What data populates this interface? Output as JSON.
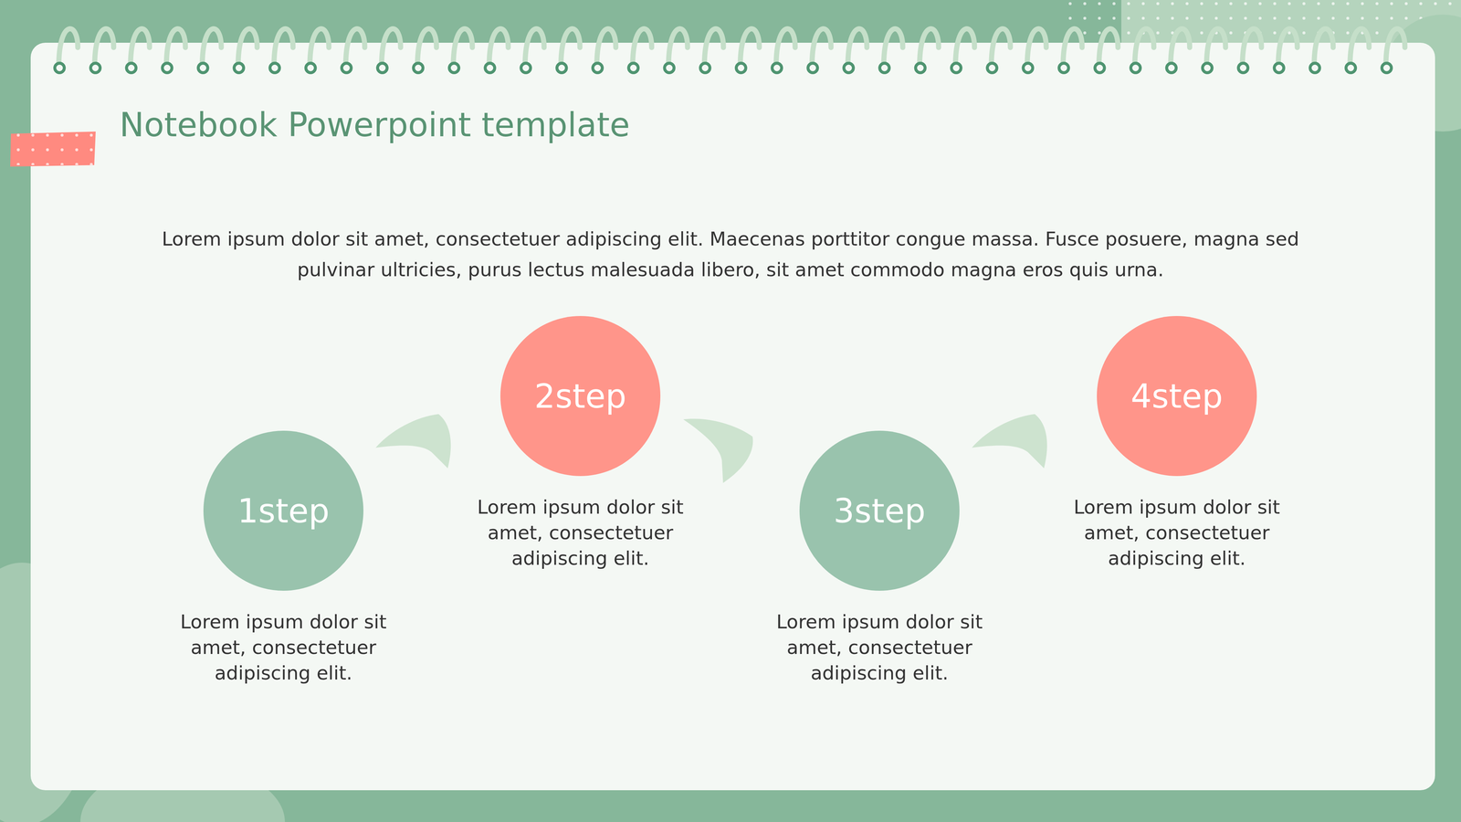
{
  "diagram": {
    "title": "Notebook Powerpoint template",
    "nodes": [
      {
        "text": [
          "1step",
          "Lorem ipsum dolor sit amet, consectetuer adipiscing elit."
        ]
      },
      {
        "text": [
          "2step",
          "Lorem ipsum dolor sit amet, consectetuer adipiscing elit."
        ]
      },
      {
        "text": [
          "3step",
          "Lorem ipsum dolor sit amet, consectetuer adipiscing elit."
        ]
      },
      {
        "text": [
          "4step",
          "Lorem ipsum dolor sit amet, consectetuer adipiscing elit."
        ]
      }
    ],
    "edges": [
      {
        "from": 0,
        "to": 1,
        "arrow": "to"
      },
      {
        "from": 1,
        "to": 2,
        "arrow": "to"
      },
      {
        "from": 2,
        "to": 3,
        "arrow": "to"
      }
    ],
    "labels": [
      "Lorem ipsum dolor sit amet, consectetuer adipiscing elit. Maecenas porttitor congue massa. Fusce posuere, magna sed pulvinar ultricies, purus lectus malesuada libero, sit amet commodo magna eros quis urna."
    ]
  }
}
